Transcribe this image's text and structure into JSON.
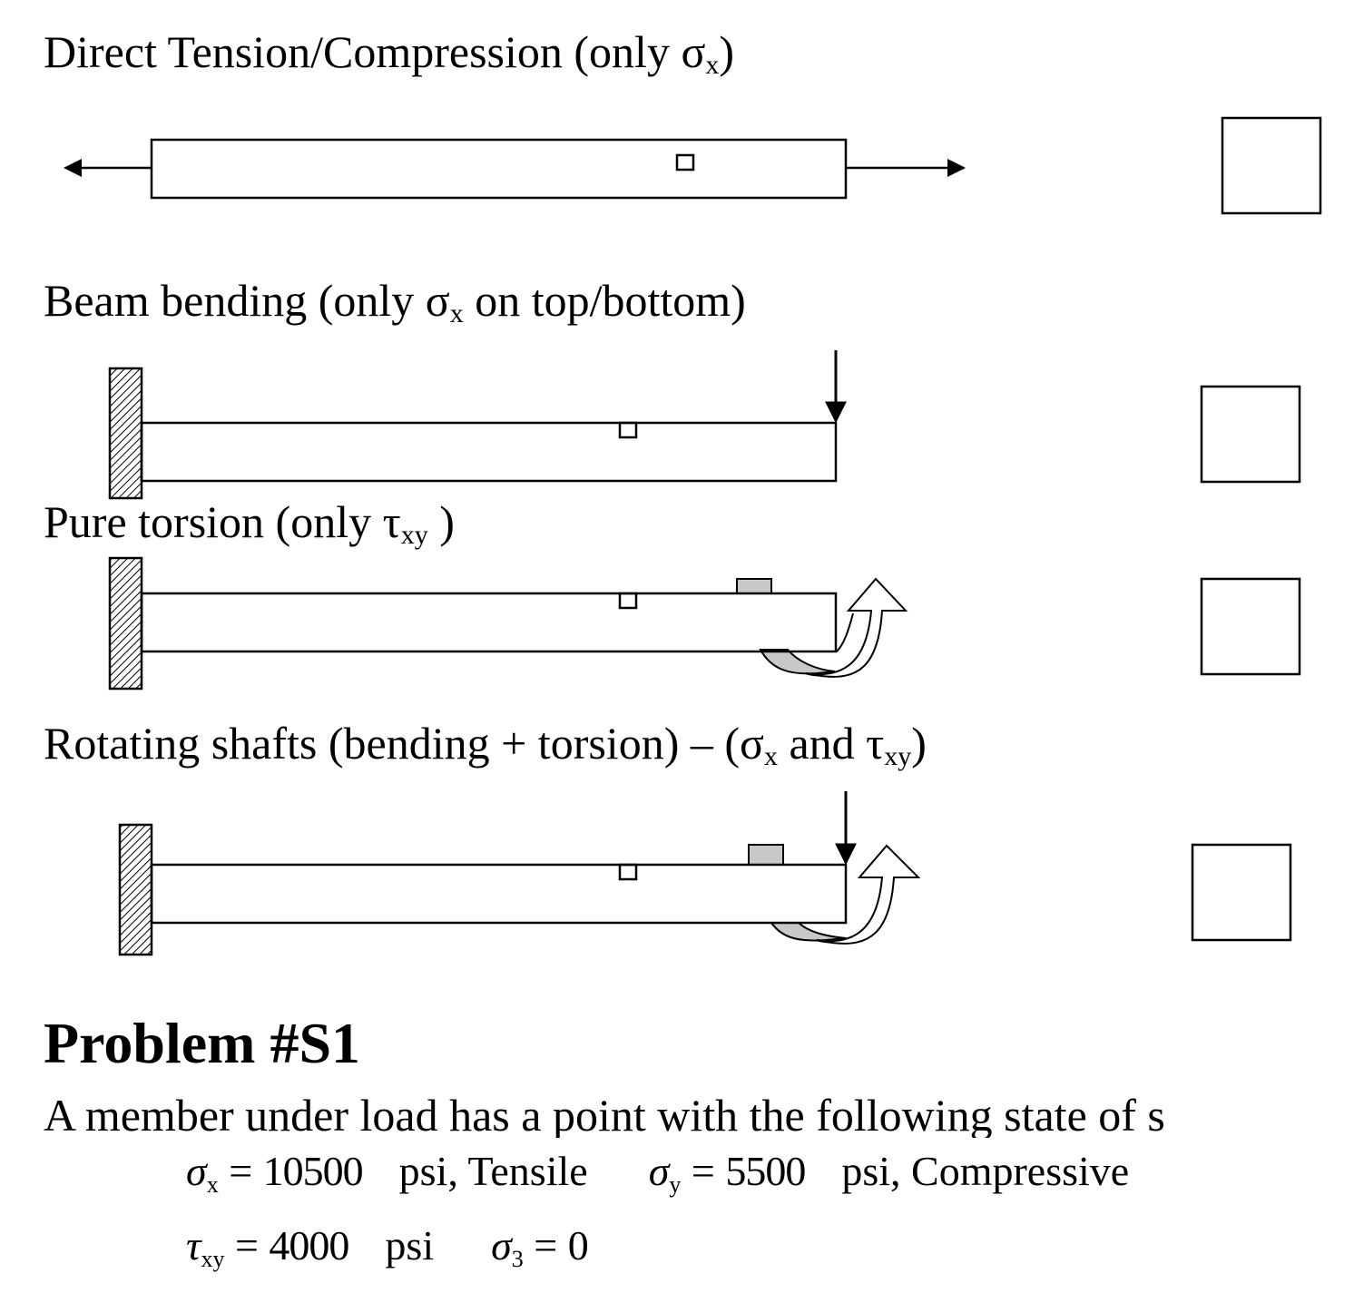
{
  "sections": [
    {
      "title": "Direct Tension/Compression (only σ",
      "sub": "x",
      "tail": ")"
    },
    {
      "title": "Beam bending (only σ",
      "sub": "x",
      "tail": " on top/bottom)"
    },
    {
      "title": "Pure torsion (only τ",
      "sub": "xy",
      "tail": " )"
    },
    {
      "title": "Rotating shafts (bending + torsion) – (σ",
      "sub": "x",
      "mid": " and τ",
      "sub2": "xy",
      "tail": ")"
    }
  ],
  "problem": {
    "title": "Problem #S1",
    "statement": "A member under load has a point with the following state of s"
  },
  "equations": {
    "row1": [
      {
        "symbol": "σ",
        "sub": "x",
        "eq": " = ",
        "value": "10500",
        "unit": "psi, Tensile"
      },
      {
        "symbol": "σ",
        "sub": "y",
        "eq": " = ",
        "value": "5500",
        "unit": "psi, Compressive"
      }
    ],
    "row2": [
      {
        "symbol": "τ",
        "sub": "xy",
        "eq": " = ",
        "value": "4000",
        "unit": "psi"
      },
      {
        "symbol": "σ",
        "sub": "3",
        "eq": " = ",
        "value": "0",
        "unit": ""
      }
    ]
  },
  "colors": {
    "line": "#000000",
    "hatch_fill": "#ffffff",
    "grip": "#c8c8c8"
  }
}
